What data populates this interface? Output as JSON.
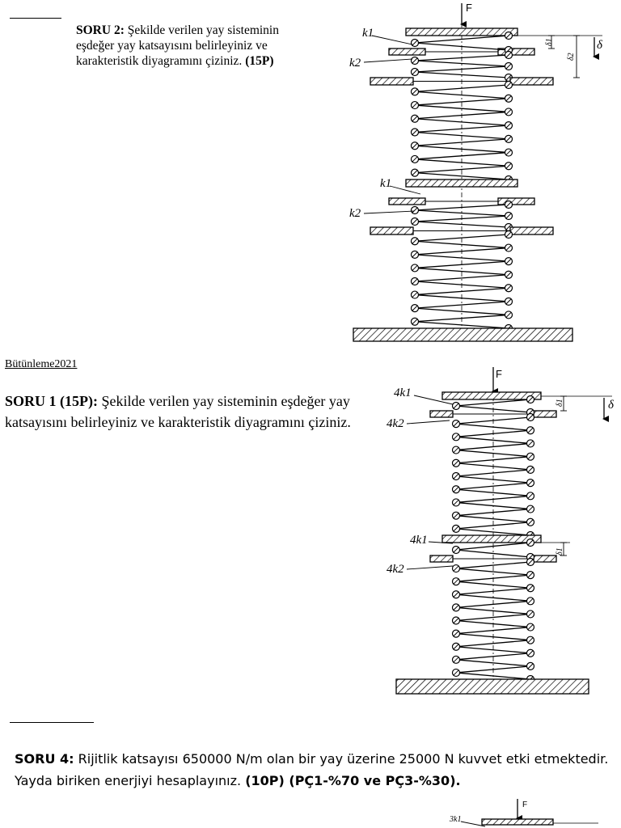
{
  "q2": {
    "label": "SORU 2:",
    "text": " Şekilde verilen yay sisteminin eşdeğer yay katsayısını belirleyiniz ve karakteristik diyagramını çiziniz. ",
    "points": "(15P)"
  },
  "section_label": "Bütünleme2021",
  "q1": {
    "label": "SORU 1 (15P):",
    "text": " Şekilde verilen yay sisteminin eşdeğer yay katsayısını belirleyiniz ve karakteristik diyagramını çiziniz."
  },
  "q4": {
    "label": "SORU 4:",
    "text": " Rijitlik katsayısı 650000 N/m olan bir yay üzerine 25000 N kuvvet etki etmektedir. Yayda biriken enerjiyi hesaplayınız. ",
    "points": "(10P) (PÇ1-%70 ve PÇ3-%30)."
  },
  "fig2": {
    "force": "F",
    "delta": "δ",
    "delta1": "δ1",
    "delta2": "δ2",
    "k1": "k1",
    "k2": "k2"
  },
  "fig1": {
    "force": "F",
    "delta": "δ",
    "delta1": "δ1",
    "k1": "4k1",
    "k2": "4k2"
  },
  "fig3": {
    "force": "F",
    "k1": "3k1"
  }
}
